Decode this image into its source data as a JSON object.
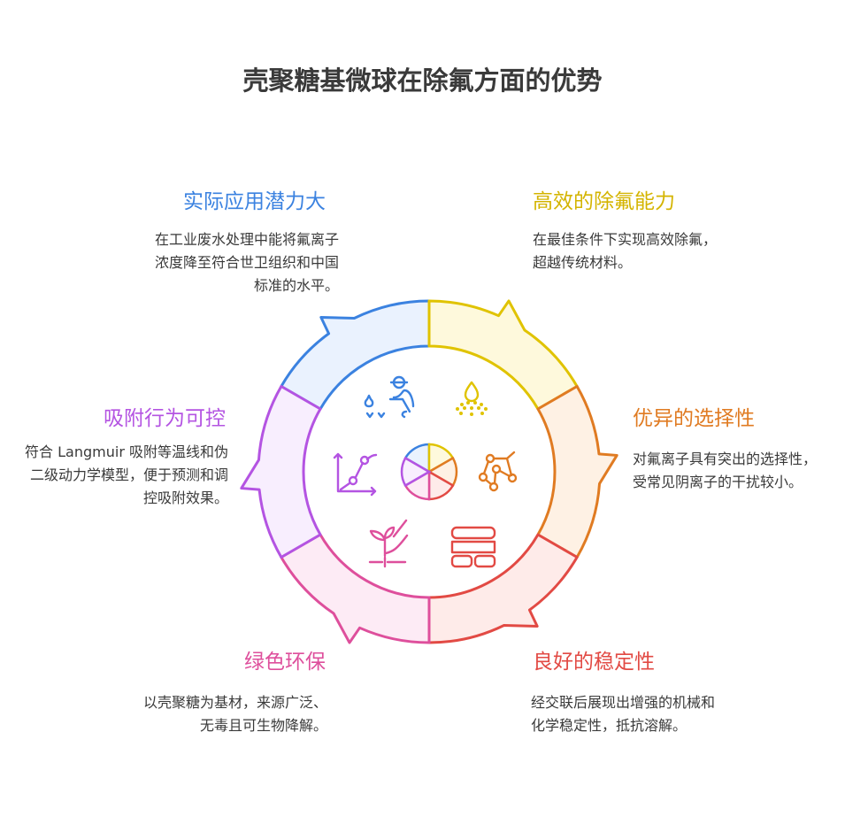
{
  "title": "壳聚糖基微球在除氟方面的优势",
  "sections": [
    {
      "heading": "实际应用潜力大",
      "text": "在工业废水处理中能将氟离子浓度降至符合世卫组织和中国标准的水平。",
      "color": "#3b82e0",
      "fill": "#eaf2fe",
      "icon": "farmer-watering-icon"
    },
    {
      "heading": "高效的除氟能力",
      "text": "在最佳条件下实现高效除氟，超越传统材料。",
      "color": "#e0c300",
      "fill": "#fef9dc",
      "icon": "water-drop-spray-icon"
    },
    {
      "heading": "优异的选择性",
      "text": "对氟离子具有突出的选择性，受常见阴离子的干扰较小。",
      "color": "#e07b22",
      "fill": "#fef1e4",
      "icon": "network-nodes-icon"
    },
    {
      "heading": "良好的稳定性",
      "text": "经交联后展现出增强的机械和化学稳定性，抵抗溶解。",
      "color": "#e24a44",
      "fill": "#feebe9",
      "icon": "bricks-icon"
    },
    {
      "heading": "绿色环保",
      "text": "以壳聚糖为基材，来源广泛、无毒且可生物降解。",
      "color": "#de4f9c",
      "fill": "#fdebf5",
      "icon": "plant-sprout-icon"
    },
    {
      "heading": "吸附行为可控",
      "text": "符合 Langmuir 吸附等温线和伪二级动力学模型，便于预测和调控吸附效果。",
      "color": "#b454e2",
      "fill": "#f8eefe",
      "icon": "line-chart-icon"
    }
  ]
}
